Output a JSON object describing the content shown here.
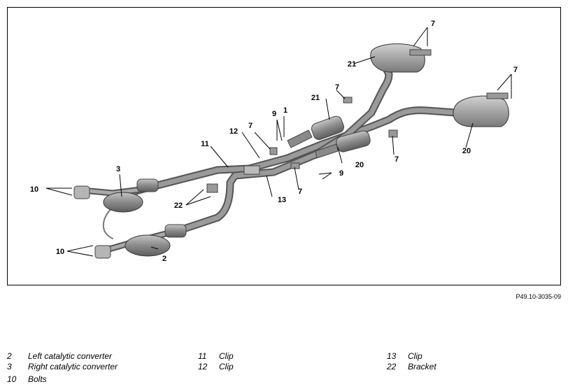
{
  "figure": {
    "reference": "P49.10-3035-09",
    "callouts": [
      "1",
      "2",
      "3",
      "7",
      "9",
      "10",
      "11",
      "12",
      "13",
      "20",
      "21",
      "22"
    ]
  },
  "legend": [
    {
      "number": "2",
      "label": "Left catalytic converter"
    },
    {
      "number": "3",
      "label": "Right catalytic converter"
    },
    {
      "number": "10",
      "label": "Bolts"
    },
    {
      "number": "11",
      "label": "Clip"
    },
    {
      "number": "12",
      "label": "Clip"
    },
    {
      "number": "13",
      "label": "Clip"
    },
    {
      "number": "22",
      "label": "Bracket"
    }
  ],
  "colors": {
    "pipe": "#8c8c8c",
    "pipe_dark": "#555555",
    "muffler": "#a9a9a9"
  }
}
